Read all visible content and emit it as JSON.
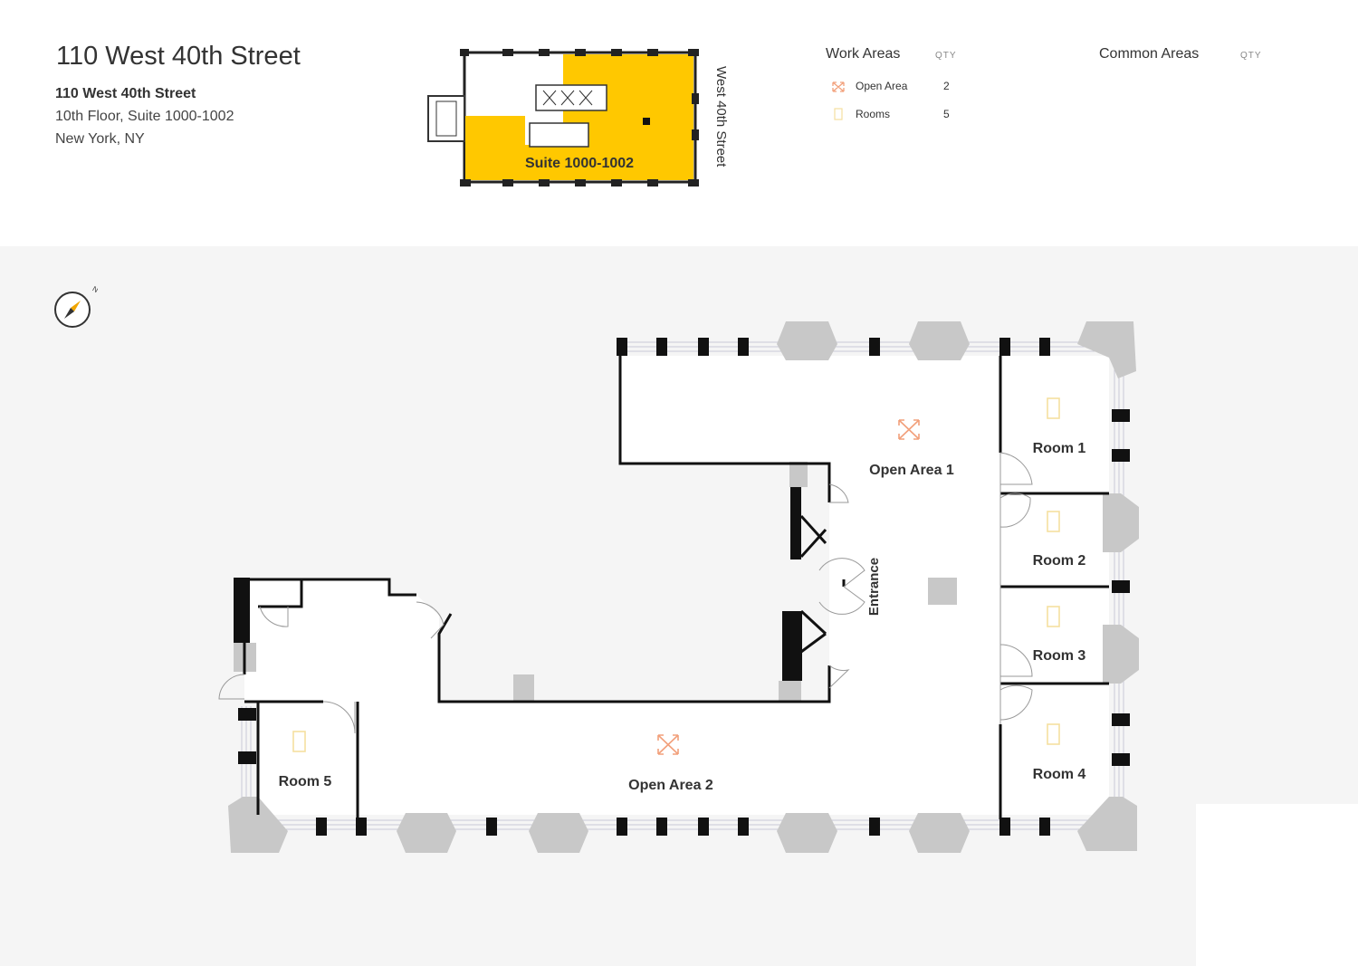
{
  "header": {
    "title": "110 West 40th Street",
    "address_line1": "110 West 40th Street",
    "address_line2": "10th Floor, Suite 1000-1002",
    "address_line3": "New York, NY"
  },
  "key_plan": {
    "suite_label": "Suite 1000-1002",
    "street_label": "West 40th Street",
    "highlight_color": "#ffc800"
  },
  "legend": {
    "work_areas": {
      "title": "Work Areas",
      "qty_label": "QTY",
      "items": [
        {
          "label": "Open Area",
          "qty": "2",
          "icon": "open-area-icon",
          "color": "#f2a07b"
        },
        {
          "label": "Rooms",
          "qty": "5",
          "icon": "room-icon",
          "color": "#f5dfa0"
        }
      ]
    },
    "common_areas": {
      "title": "Common Areas",
      "qty_label": "QTY"
    }
  },
  "compass": {
    "north_label": "N"
  },
  "plan": {
    "open_area_1": "Open Area 1",
    "open_area_2": "Open Area 2",
    "room_1": "Room 1",
    "room_2": "Room 2",
    "room_3": "Room 3",
    "room_4": "Room 4",
    "room_5": "Room 5",
    "entrance": "Entrance"
  }
}
